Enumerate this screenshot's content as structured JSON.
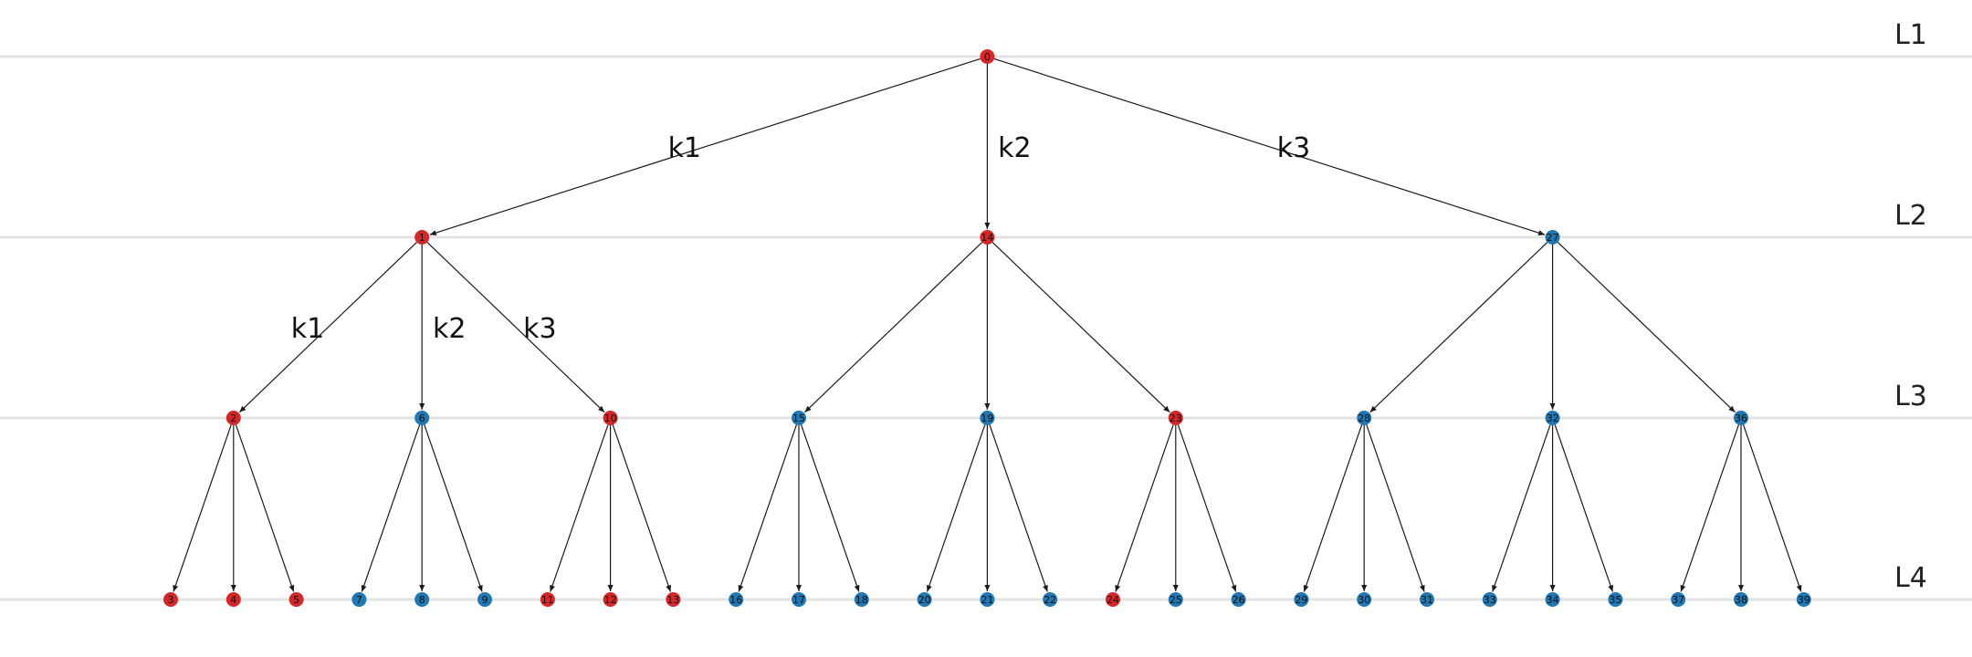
{
  "colors": {
    "red": "#d62728",
    "blue": "#1f77b4"
  },
  "levels": [
    "L1",
    "L2",
    "L3",
    "L4"
  ],
  "nodes": [
    {
      "id": "0",
      "level": 0,
      "color": "red"
    },
    {
      "id": "1",
      "level": 1,
      "color": "red"
    },
    {
      "id": "14",
      "level": 1,
      "color": "red"
    },
    {
      "id": "27",
      "level": 1,
      "color": "blue"
    },
    {
      "id": "2",
      "level": 2,
      "color": "red"
    },
    {
      "id": "6",
      "level": 2,
      "color": "blue"
    },
    {
      "id": "10",
      "level": 2,
      "color": "red"
    },
    {
      "id": "15",
      "level": 2,
      "color": "blue"
    },
    {
      "id": "19",
      "level": 2,
      "color": "blue"
    },
    {
      "id": "23",
      "level": 2,
      "color": "red"
    },
    {
      "id": "28",
      "level": 2,
      "color": "blue"
    },
    {
      "id": "32",
      "level": 2,
      "color": "blue"
    },
    {
      "id": "36",
      "level": 2,
      "color": "blue"
    },
    {
      "id": "3",
      "level": 3,
      "color": "red"
    },
    {
      "id": "4",
      "level": 3,
      "color": "red"
    },
    {
      "id": "5",
      "level": 3,
      "color": "red"
    },
    {
      "id": "7",
      "level": 3,
      "color": "blue"
    },
    {
      "id": "8",
      "level": 3,
      "color": "blue"
    },
    {
      "id": "9",
      "level": 3,
      "color": "blue"
    },
    {
      "id": "11",
      "level": 3,
      "color": "red"
    },
    {
      "id": "12",
      "level": 3,
      "color": "red"
    },
    {
      "id": "13",
      "level": 3,
      "color": "red"
    },
    {
      "id": "16",
      "level": 3,
      "color": "blue"
    },
    {
      "id": "17",
      "level": 3,
      "color": "blue"
    },
    {
      "id": "18",
      "level": 3,
      "color": "blue"
    },
    {
      "id": "20",
      "level": 3,
      "color": "blue"
    },
    {
      "id": "21",
      "level": 3,
      "color": "blue"
    },
    {
      "id": "22",
      "level": 3,
      "color": "blue"
    },
    {
      "id": "24",
      "level": 3,
      "color": "red"
    },
    {
      "id": "25",
      "level": 3,
      "color": "blue"
    },
    {
      "id": "26",
      "level": 3,
      "color": "blue"
    },
    {
      "id": "29",
      "level": 3,
      "color": "blue"
    },
    {
      "id": "30",
      "level": 3,
      "color": "blue"
    },
    {
      "id": "31",
      "level": 3,
      "color": "blue"
    },
    {
      "id": "33",
      "level": 3,
      "color": "blue"
    },
    {
      "id": "34",
      "level": 3,
      "color": "blue"
    },
    {
      "id": "35",
      "level": 3,
      "color": "blue"
    },
    {
      "id": "37",
      "level": 3,
      "color": "blue"
    },
    {
      "id": "38",
      "level": 3,
      "color": "blue"
    },
    {
      "id": "39",
      "level": 3,
      "color": "blue"
    }
  ],
  "edges": [
    {
      "from": "0",
      "to": "1",
      "label": "k1"
    },
    {
      "from": "0",
      "to": "14",
      "label": "k2"
    },
    {
      "from": "0",
      "to": "27",
      "label": "k3"
    },
    {
      "from": "1",
      "to": "2",
      "label": "k1"
    },
    {
      "from": "1",
      "to": "6",
      "label": "k2"
    },
    {
      "from": "1",
      "to": "10",
      "label": "k3"
    },
    {
      "from": "14",
      "to": "15"
    },
    {
      "from": "14",
      "to": "19"
    },
    {
      "from": "14",
      "to": "23"
    },
    {
      "from": "27",
      "to": "28"
    },
    {
      "from": "27",
      "to": "32"
    },
    {
      "from": "27",
      "to": "36"
    },
    {
      "from": "2",
      "to": "3"
    },
    {
      "from": "2",
      "to": "4"
    },
    {
      "from": "2",
      "to": "5"
    },
    {
      "from": "6",
      "to": "7"
    },
    {
      "from": "6",
      "to": "8"
    },
    {
      "from": "6",
      "to": "9"
    },
    {
      "from": "10",
      "to": "11"
    },
    {
      "from": "10",
      "to": "12"
    },
    {
      "from": "10",
      "to": "13"
    },
    {
      "from": "15",
      "to": "16"
    },
    {
      "from": "15",
      "to": "17"
    },
    {
      "from": "15",
      "to": "18"
    },
    {
      "from": "19",
      "to": "20"
    },
    {
      "from": "19",
      "to": "21"
    },
    {
      "from": "19",
      "to": "22"
    },
    {
      "from": "23",
      "to": "24"
    },
    {
      "from": "23",
      "to": "25"
    },
    {
      "from": "23",
      "to": "26"
    },
    {
      "from": "28",
      "to": "29"
    },
    {
      "from": "28",
      "to": "30"
    },
    {
      "from": "28",
      "to": "31"
    },
    {
      "from": "32",
      "to": "33"
    },
    {
      "from": "32",
      "to": "34"
    },
    {
      "from": "32",
      "to": "35"
    },
    {
      "from": "36",
      "to": "37"
    },
    {
      "from": "36",
      "to": "38"
    },
    {
      "from": "36",
      "to": "39"
    }
  ]
}
